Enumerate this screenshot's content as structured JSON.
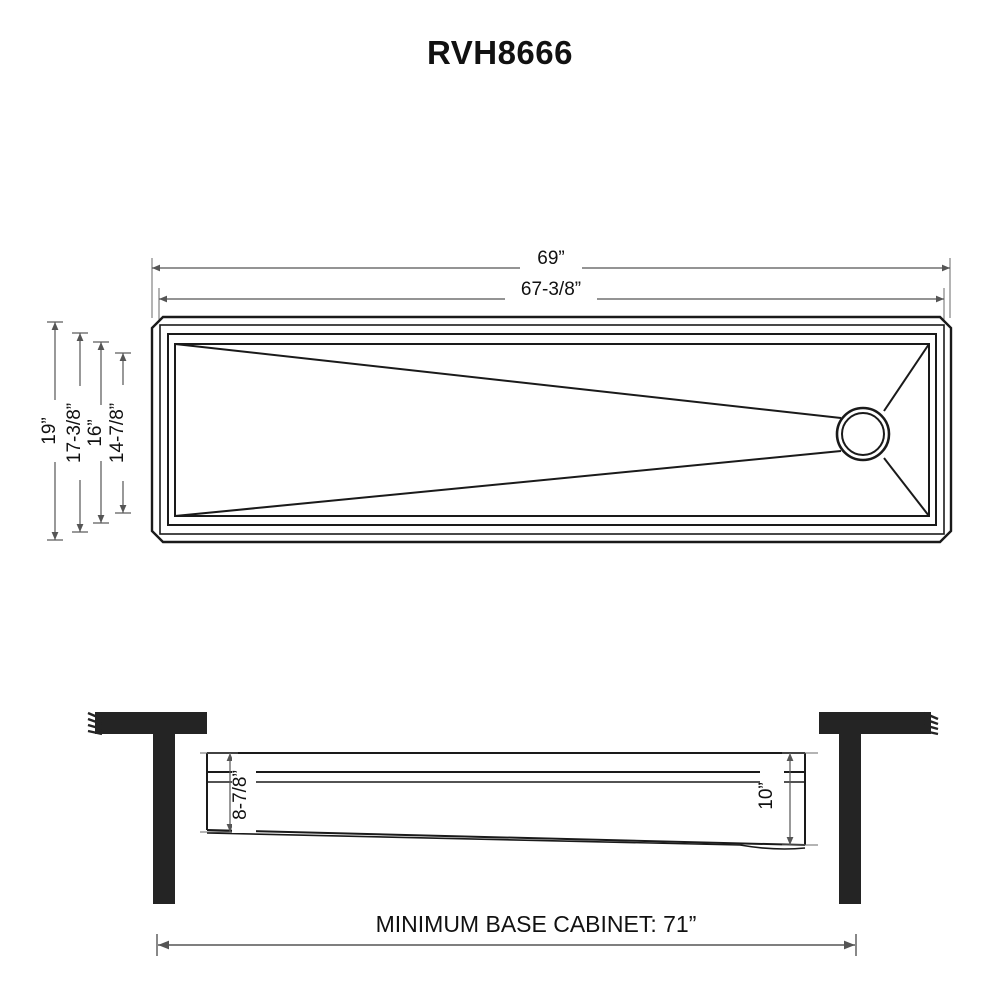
{
  "document": {
    "title": "RVH8666",
    "type": "sink-specification-drawing"
  },
  "top_view": {
    "name": "sink-top-view",
    "width_dimensions": [
      {
        "id": "overall-width",
        "label": "69”"
      },
      {
        "id": "inner-width",
        "label": "67-3/8”"
      }
    ],
    "depth_dimensions": [
      {
        "id": "overall-depth",
        "label": "19”"
      },
      {
        "id": "rim-depth",
        "label": "17-3/8”"
      },
      {
        "id": "basin-depth",
        "label": "16”"
      },
      {
        "id": "bottom-depth",
        "label": "14-7/8”"
      }
    ],
    "drain": {
      "name": "drain-opening"
    }
  },
  "section_view": {
    "name": "sink-cross-section-view",
    "height_dimensions": [
      {
        "id": "left-depth",
        "label": "8-7/8”"
      },
      {
        "id": "right-depth",
        "label": "10”"
      }
    ],
    "cabinet_note": "MINIMUM BASE CABINET: 71”"
  },
  "colors": {
    "line": "#1a1a1a",
    "dimension_line": "#555555",
    "cabinet_fill": "#242424",
    "background": "#ffffff"
  }
}
